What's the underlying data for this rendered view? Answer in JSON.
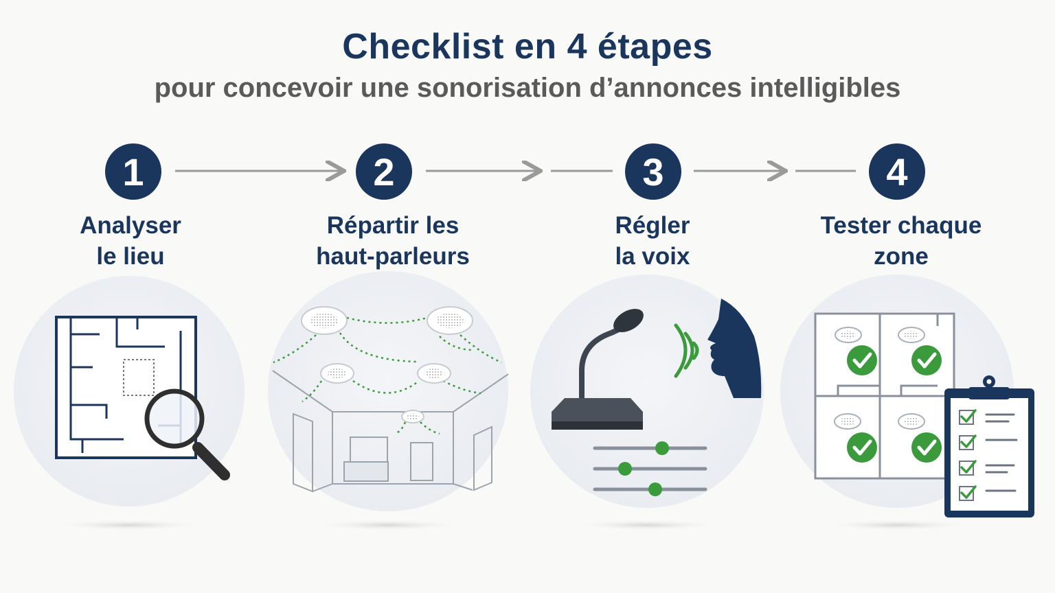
{
  "header": {
    "title": "Checklist en 4 étapes",
    "subtitle": "pour concevoir une sonorisation d’annonces intelligibles"
  },
  "steps": [
    {
      "number": "1",
      "line1": "Analyser",
      "line2": "le lieu",
      "icon": "floor-plan-magnifier-icon"
    },
    {
      "number": "2",
      "line1": "Répartir les",
      "line2": "haut-parleurs",
      "icon": "ceiling-speakers-icon"
    },
    {
      "number": "3",
      "line1": "Régler",
      "line2": "la voix",
      "icon": "microphone-voice-sliders-icon"
    },
    {
      "number": "4",
      "line1": "Tester chaque",
      "line2": "zone",
      "icon": "zones-checked-clipboard-icon"
    }
  ],
  "colors": {
    "navy": "#1b365d",
    "grey_text": "#5a5a5a",
    "green_check": "#3a9a3c",
    "arrow_grey": "#9a9a9a",
    "circle_bg": "#eef0f4"
  }
}
